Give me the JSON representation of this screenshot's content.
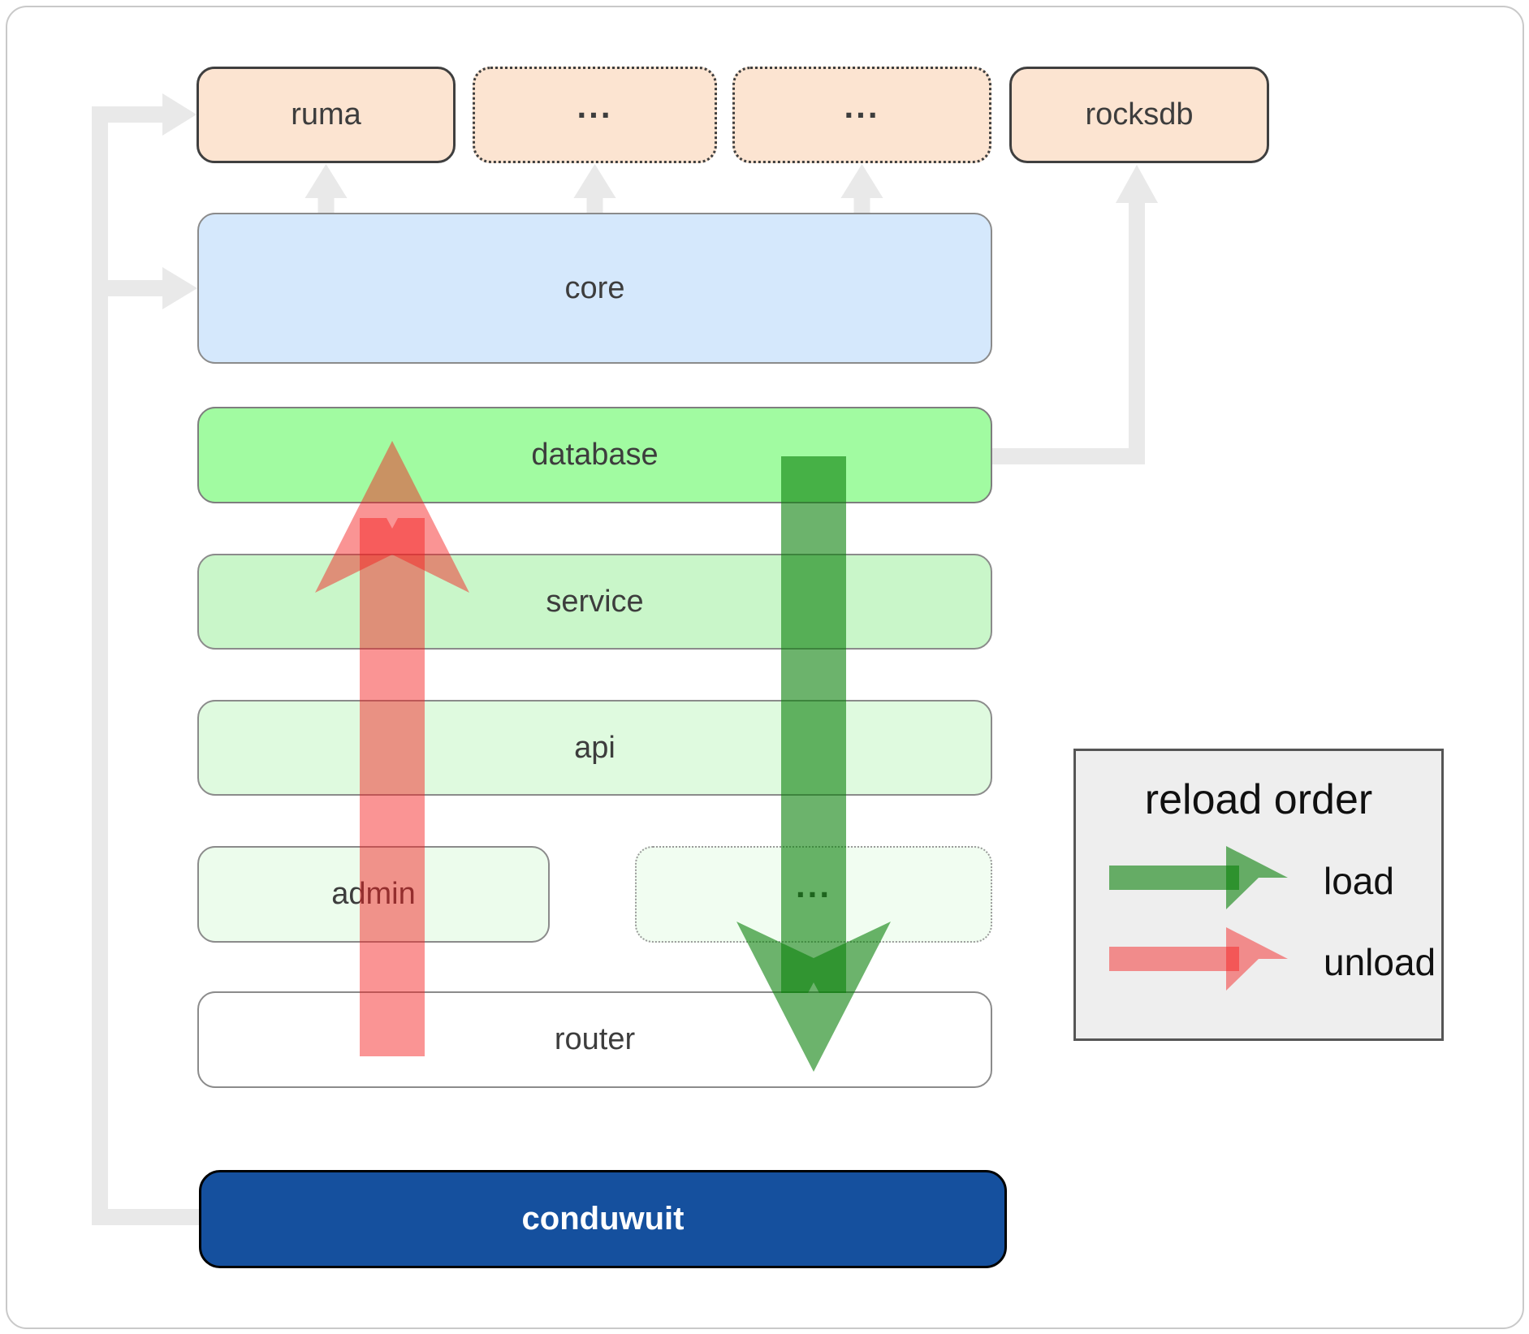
{
  "diagram": {
    "nodes": {
      "ruma": {
        "label": "ruma"
      },
      "dots_top_1": {
        "label": "..."
      },
      "dots_top_2": {
        "label": "..."
      },
      "rocksdb": {
        "label": "rocksdb"
      },
      "core": {
        "label": "core"
      },
      "database": {
        "label": "database"
      },
      "service": {
        "label": "service"
      },
      "api": {
        "label": "api"
      },
      "admin": {
        "label": "admin"
      },
      "dots_admin": {
        "label": "..."
      },
      "router": {
        "label": "router"
      },
      "conduwuit": {
        "label": "conduwuit"
      }
    },
    "legend": {
      "title": "reload order",
      "items": [
        {
          "label": "load",
          "color": "#0a800a"
        },
        {
          "label": "unload",
          "color": "#f52020"
        }
      ]
    },
    "colors": {
      "node_peach": "#fce4d1",
      "node_blue": "#d5e8fc",
      "node_green_bright": "#a1fba1",
      "node_green_mid": "#c9f6c9",
      "node_green_light": "#dffadf",
      "node_green_faint": "#ecfcec",
      "node_white": "#ffffff",
      "conduwuit_blue": "#15509e",
      "connector_gray": "#e9e9e9",
      "load_arrow_green": "#0a800a",
      "unload_arrow_red": "#f52020",
      "legend_bg": "#eeeeee"
    }
  }
}
